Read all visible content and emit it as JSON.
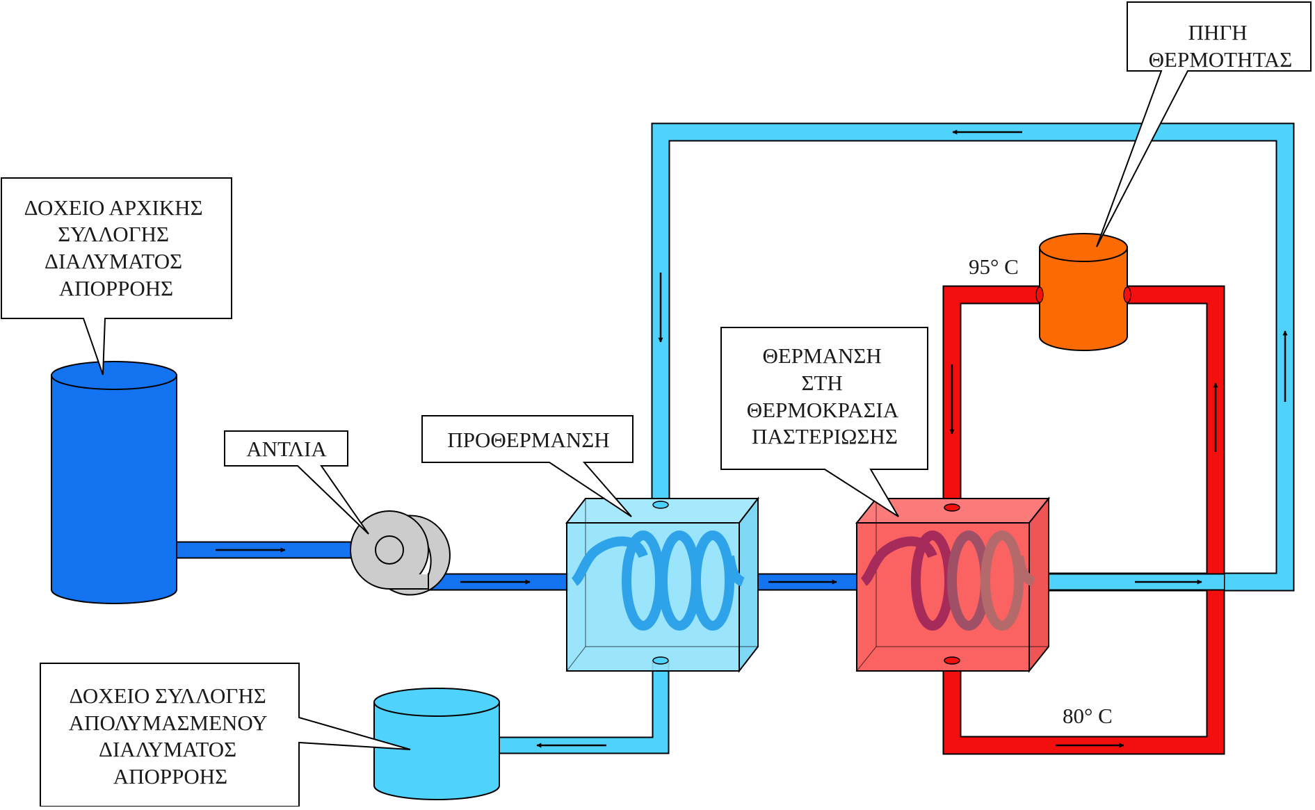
{
  "labels": {
    "initial_tank": [
      "ΔΟΧΕΙΟ ΑΡΧΙΚΗΣ",
      "ΣΥΛΛΟΓΗΣ",
      "ΔΙΑΛΥΜΑΤΟΣ",
      "ΑΠΟΡΡΟΗΣ"
    ],
    "pump": [
      "ΑΝΤΛΙΑ"
    ],
    "preheating": [
      "ΠΡΟΘΕΡΜΑΝΣΗ"
    ],
    "pasteurization": [
      "ΘΕΡΜΑΝΣΗ",
      "ΣΤΗ",
      "ΘΕΡΜΟΚΡΑΣΙΑ",
      "ΠΑΣΤΕΡΙΩΣΗΣ"
    ],
    "heat_source": [
      "ΠΗΓΗ",
      "ΘΕΡΜΟΤΗΤΑΣ"
    ],
    "disinfected_tank": [
      "ΔΟΧΕΙΟ ΣΥΛΛΟΓΗΣ",
      "ΑΠΟΛΥΜΑΣΜΕΝΟΥ",
      "ΔΙΑΛΥΜΑΤΟΣ",
      "ΑΠΟΡΡΟΗΣ"
    ]
  },
  "temperatures": {
    "hot": "95° C",
    "return": "80° C"
  },
  "colors": {
    "dark_blue": "#1473f0",
    "light_blue": "#4fd2fb",
    "red": "#f40f0f",
    "orange": "#fb6a03",
    "preheat_box": "#8fe2fb",
    "heat_box": "#fb6262",
    "pump_gray": "#cccccc"
  }
}
